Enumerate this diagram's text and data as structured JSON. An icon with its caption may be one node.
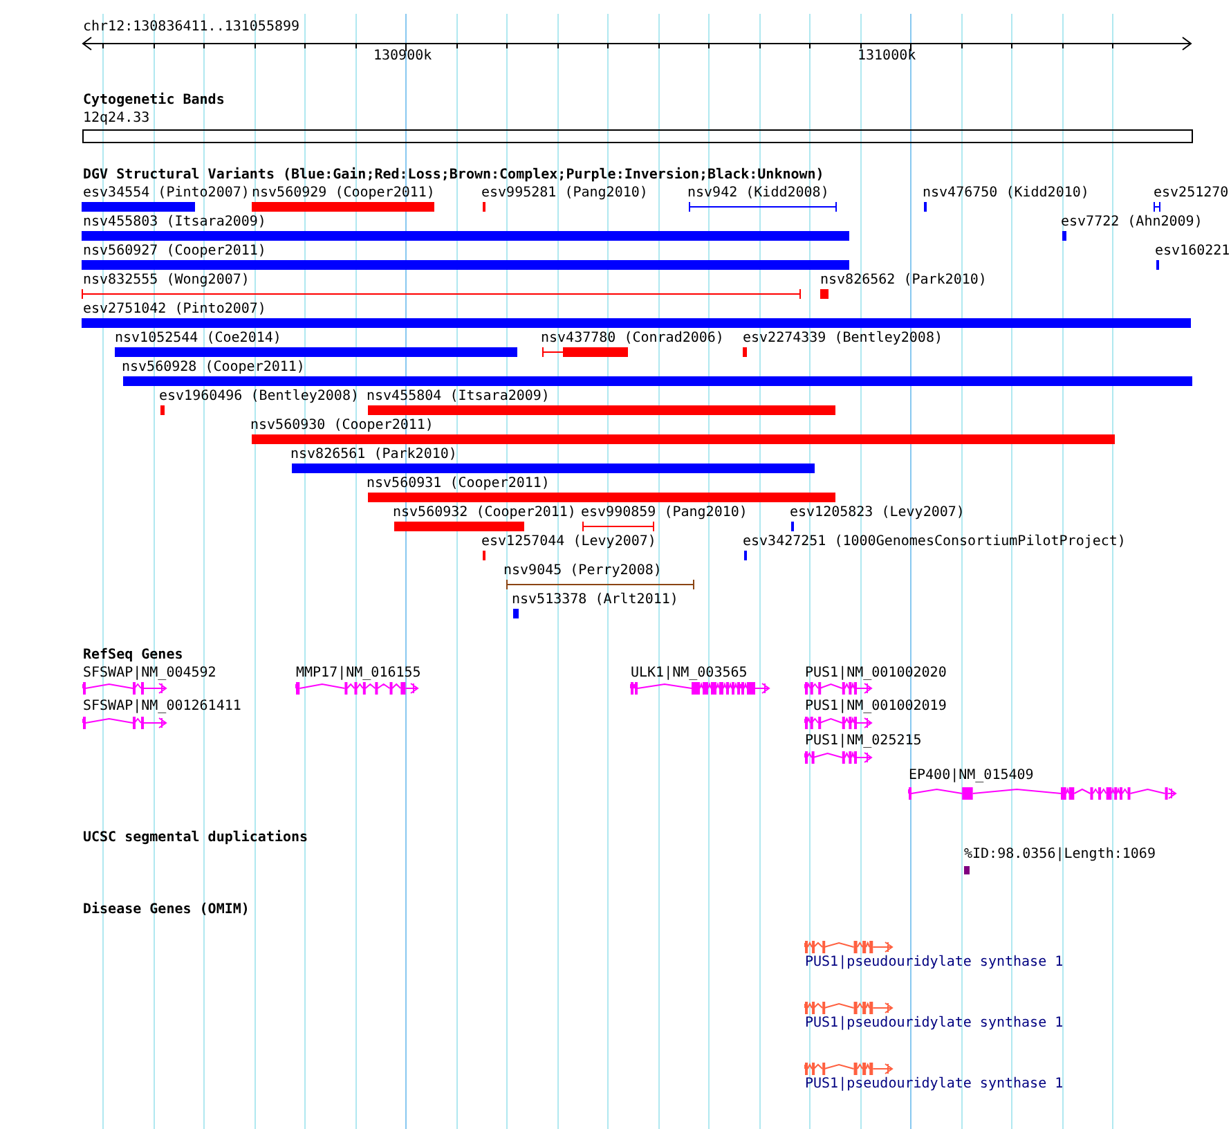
{
  "diagram": {
    "labels": [
      "chr12:130836411..131055899",
      "130900k",
      "131000k",
      "Cytogenetic Bands",
      "12q24.33",
      "DGV Structural Variants (Blue:Gain;Red:Loss;Brown:Complex;Purple:Inversion;Black:Unknown)",
      "esv34554 (Pinto2007)",
      "nsv560929 (Cooper2011)",
      "esv995281 (Pang2010)",
      "nsv942 (Kidd2008)",
      "nsv476750 (Kidd2010)",
      "esv251270",
      "nsv455803 (Itsara2009)",
      "esv7722 (Ahn2009)",
      "nsv560927 (Cooper2011)",
      "esv160221",
      "nsv832555 (Wong2007)",
      "nsv826562 (Park2010)",
      "esv2751042 (Pinto2007)",
      "nsv1052544 (Coe2014)",
      "nsv437780 (Conrad2006)",
      "esv2274339 (Bentley2008)",
      "nsv560928 (Cooper2011)",
      "esv1960496 (Bentley2008)",
      "nsv455804 (Itsara2009)",
      "nsv560930 (Cooper2011)",
      "nsv826561 (Park2010)",
      "nsv560931 (Cooper2011)",
      "nsv560932 (Cooper2011)",
      "esv990859 (Pang2010)",
      "esv1205823 (Levy2007)",
      "esv1257044 (Levy2007)",
      "esv3427251 (1000GenomesConsortiumPilotProject)",
      "nsv9045 (Perry2008)",
      "nsv513378 (Arlt2011)",
      "RefSeq Genes",
      "SFSWAP|NM_004592",
      "MMP17|NM_016155",
      "ULK1|NM_003565",
      "PUS1|NM_001002020",
      "SFSWAP|NM_001261411",
      "PUS1|NM_001002019",
      "PUS1|NM_025215",
      "EP400|NM_015409",
      "UCSC segmental duplications",
      "%ID:98.0356|Length:1069",
      "Disease Genes (OMIM)",
      "PUS1|pseudouridylate synthase 1",
      "PUS1|pseudouridylate synthase 1",
      "PUS1|pseudouridylate synthase 1"
    ]
  }
}
